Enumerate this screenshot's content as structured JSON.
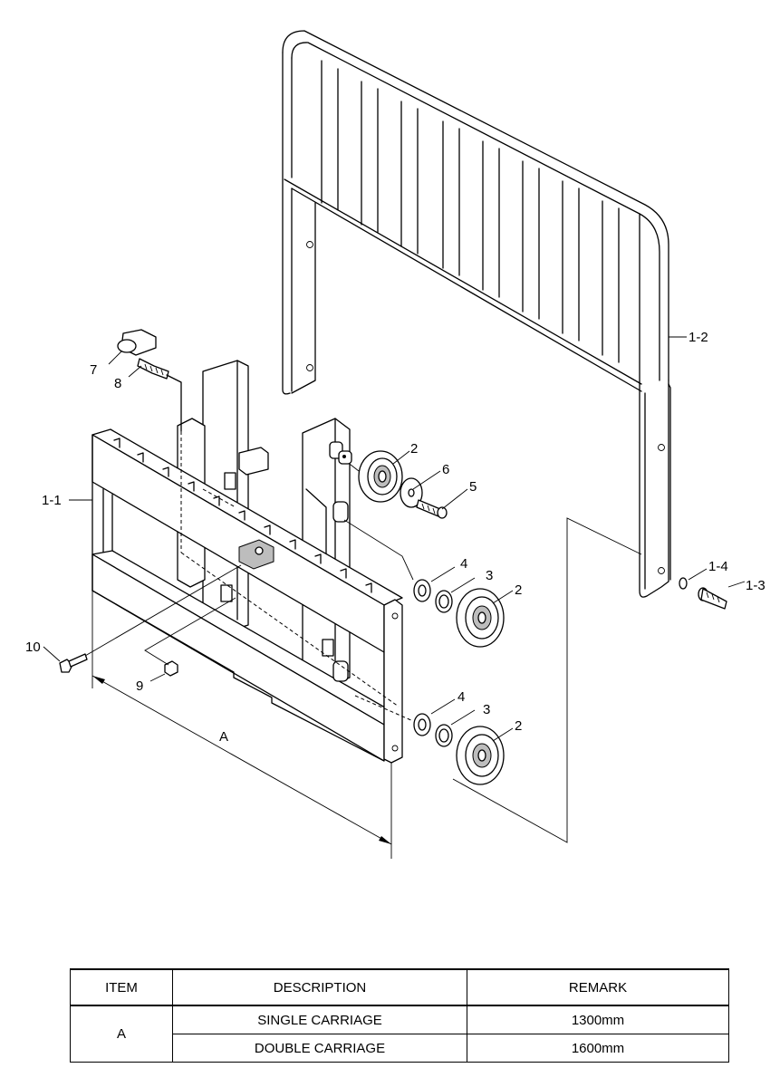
{
  "callouts": {
    "c1_1": "1-1",
    "c1_2": "1-2",
    "c1_3": "1-3",
    "c1_4": "1-4",
    "c2a": "2",
    "c2b": "2",
    "c2c": "2",
    "c3a": "3",
    "c3b": "3",
    "c4a": "4",
    "c4b": "4",
    "c5": "5",
    "c6": "6",
    "c7": "7",
    "c8": "8",
    "c9": "9",
    "c10": "10",
    "dimA": "A"
  },
  "table": {
    "headers": {
      "item": "ITEM",
      "description": "DESCRIPTION",
      "remark": "REMARK"
    },
    "group_item": "A",
    "rows": [
      {
        "description": "SINGLE CARRIAGE",
        "remark": "1300mm"
      },
      {
        "description": "DOUBLE CARRIAGE",
        "remark": "1600mm"
      }
    ]
  }
}
